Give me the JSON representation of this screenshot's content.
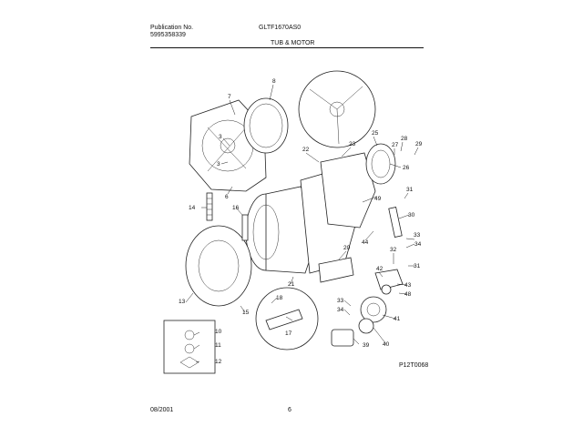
{
  "header": {
    "publication_label": "Publication No.",
    "publication_number": "5995358339",
    "model": "GLTF1670AS0",
    "section_title": "TUB & MOTOR"
  },
  "footer": {
    "date": "08/2001",
    "page": "6",
    "drawing_code": "P12T0068"
  },
  "callouts": [
    "7",
    "8",
    "3",
    "3",
    "6",
    "22",
    "23",
    "25",
    "27",
    "28",
    "29",
    "26",
    "49",
    "31",
    "30",
    "14",
    "16",
    "44",
    "33",
    "34",
    "31",
    "20",
    "32",
    "42",
    "43",
    "48",
    "21",
    "18",
    "15",
    "13",
    "33",
    "34",
    "41",
    "10",
    "11",
    "12",
    "17",
    "39",
    "40"
  ]
}
